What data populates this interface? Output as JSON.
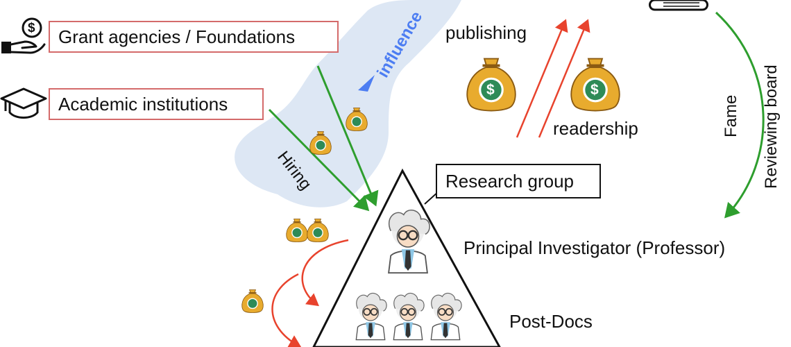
{
  "funders": {
    "grant_agencies": "Grant agencies / Foundations",
    "academic_institutions": "Academic institutions"
  },
  "labels": {
    "influence": "influence",
    "hiring": "Hiring",
    "publishing": "publishing",
    "readership": "readership",
    "fame": "Fame",
    "reviewing_board": "Reviewing board",
    "research_group": "Research group",
    "principal_investigator": "Principal Investigator (Professor)",
    "post_docs": "Post-Docs"
  },
  "money_symbol": "$",
  "colors": {
    "green_arrow": "#2e9e2e",
    "red_arrow": "#e8432d",
    "blue_arrow": "#4c7df2",
    "influence_cloud": "#dde7f4",
    "moneybag": "#e8ab2e",
    "box_border_red": "#d46a6a"
  },
  "icons": [
    "hand-money-icon",
    "graduation-cap-icon",
    "book-stack-icon",
    "moneybag-icon",
    "scientist-icon"
  ]
}
